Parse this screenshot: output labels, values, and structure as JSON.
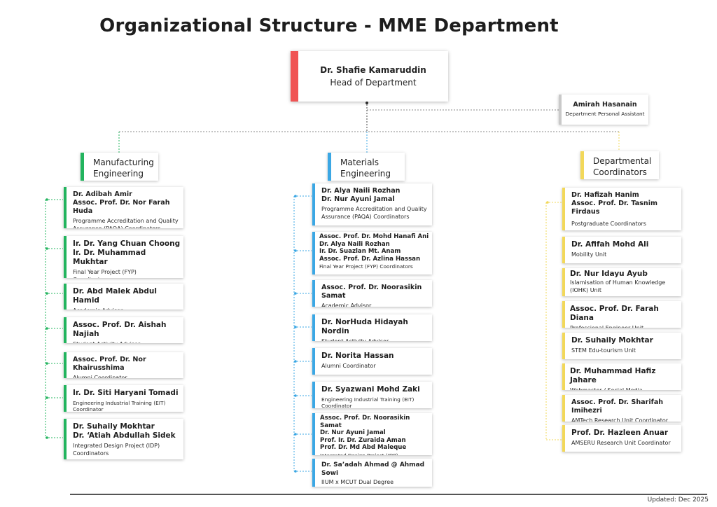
{
  "title": "Organizational Structure - MME Department",
  "head": {
    "name": "Dr. Shafie Kamaruddin",
    "role": "Head of Department"
  },
  "assistant": {
    "name": "Amirah Hasanain",
    "role": "Department Personal Assistant"
  },
  "sections": {
    "manufacturing": "Manufacturing\nEngineering",
    "materials": "Materials\nEngineering",
    "coordinators": "Departmental\nCoordinators"
  },
  "manufacturing_cards": [
    {
      "names": "Dr. Adibah Amir\nAssoc. Prof. Dr. Nor Farah Huda",
      "role": "Programme Accreditation and Quality\nAssurance (PAQA) Coordinators"
    },
    {
      "names": "Ir. Dr. Yang Chuan Choong\nIr. Dr. Muhammad Mukhtar",
      "role": "Final Year Project (FYP)\nCoordinators"
    },
    {
      "names": "Dr. Abd Malek Abdul Hamid",
      "role": "Academic Advisor"
    },
    {
      "names": "Assoc. Prof. Dr. Aishah Najiah",
      "role": "Student Activity Advisor"
    },
    {
      "names": "Assoc. Prof. Dr. Nor  Khairusshima",
      "role": "Alumni Coordinator"
    },
    {
      "names": "Ir. Dr. Siti Haryani Tomadi",
      "role": "Engineering Industrial Training (EIT)\nCoordinator"
    },
    {
      "names": "Dr. Suhaily Mokhtar\nDr. ‘Atiah Abdullah Sidek",
      "role": "Integrated Design Project (IDP)\nCoordinators"
    }
  ],
  "materials_cards": [
    {
      "names": "Dr. Alya Naili Rozhan\nDr. Nur Ayuni Jamal",
      "role": "Programme Accreditation and Quality\nAssurance (PAQA) Coordinators"
    },
    {
      "names": "Assoc. Prof. Dr. Mohd Hanafi Ani\nDr. Alya Naili Rozhan\nIr. Dr. Suazlan Mt. Anam\nAssoc. Prof. Dr. Azlina Hassan",
      "role": "Final Year Project (FYP) Coordinators"
    },
    {
      "names": "Assoc. Prof. Dr. Noorasikin Samat",
      "role": "Academic Advisor"
    },
    {
      "names": "Dr. NorHuda Hidayah Nordin",
      "role": "Student Activity Advisor"
    },
    {
      "names": "Dr. Norita Hassan",
      "role": "Alumni Coordinator"
    },
    {
      "names": "Dr. Syazwani Mohd Zaki",
      "role": "Engineering Industrial Training (EIT)\nCoordinator"
    },
    {
      "names": "Assoc. Prof. Dr. Noorasikin Samat\nDr. Nur Ayuni Jamal\nProf. Ir. Dr. Zuraida Aman\nProf. Dr. Md Abd Maleque",
      "role": "Integrated Design Project (IDP) Coordinators"
    },
    {
      "names": "Dr. Sa’adah Ahmad @ Ahmad Sowi",
      "role": "IIUM x MCUT Dual Degree\nProgramme Coordinator"
    }
  ],
  "coordinator_cards": [
    {
      "names": "Dr. Hafizah Hanim\nAssoc. Prof. Dr. Tasnim Firdaus",
      "role": "Postgraduate Coordinators"
    },
    {
      "names": "Dr. Afifah Mohd Ali",
      "role": "Mobility Unit"
    },
    {
      "names": "Dr. Nur Idayu Ayub",
      "role": "Islamisation of Human Knowledge\n(IOHK) Unit"
    },
    {
      "names": "Assoc. Prof. Dr. Farah Diana",
      "role": "Professional Engineer Unit"
    },
    {
      "names": "Dr. Suhaily Mokhtar",
      "role": "STEM Edu-tourism Unit"
    },
    {
      "names": "Dr. Muhammad Hafiz Jahare",
      "role": "Webmaster / Social Media"
    },
    {
      "names": "Assoc. Prof. Dr. Sharifah Imihezri",
      "role": "AMTech Research Unit Coordinator"
    },
    {
      "names": "Prof. Dr. Hazleen Anuar",
      "role": "AMSERU Research Unit Coordinator"
    }
  ],
  "footer": {
    "updated": "Updated: Dec 2025"
  },
  "colors": {
    "manufacturing": "#22b45e",
    "materials": "#3ba7e4",
    "coordinators": "#f2d85a",
    "head": "#f05454",
    "assistant": "#c9c9c9"
  }
}
